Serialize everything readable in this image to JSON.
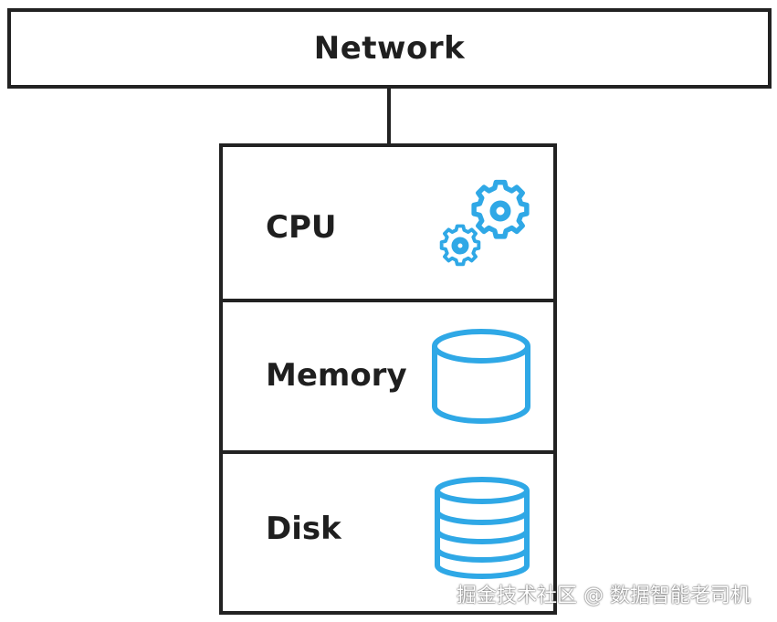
{
  "network": {
    "label": "Network"
  },
  "server": {
    "rows": [
      {
        "label": "CPU",
        "icon": "gears-icon"
      },
      {
        "label": "Memory",
        "icon": "cylinder-icon"
      },
      {
        "label": "Disk",
        "icon": "database-stack-icon"
      }
    ]
  },
  "watermark": {
    "text": "掘金技术社区 @ 数据智能老司机"
  },
  "colors": {
    "border": "#222222",
    "icon": "#2fa8e6"
  }
}
